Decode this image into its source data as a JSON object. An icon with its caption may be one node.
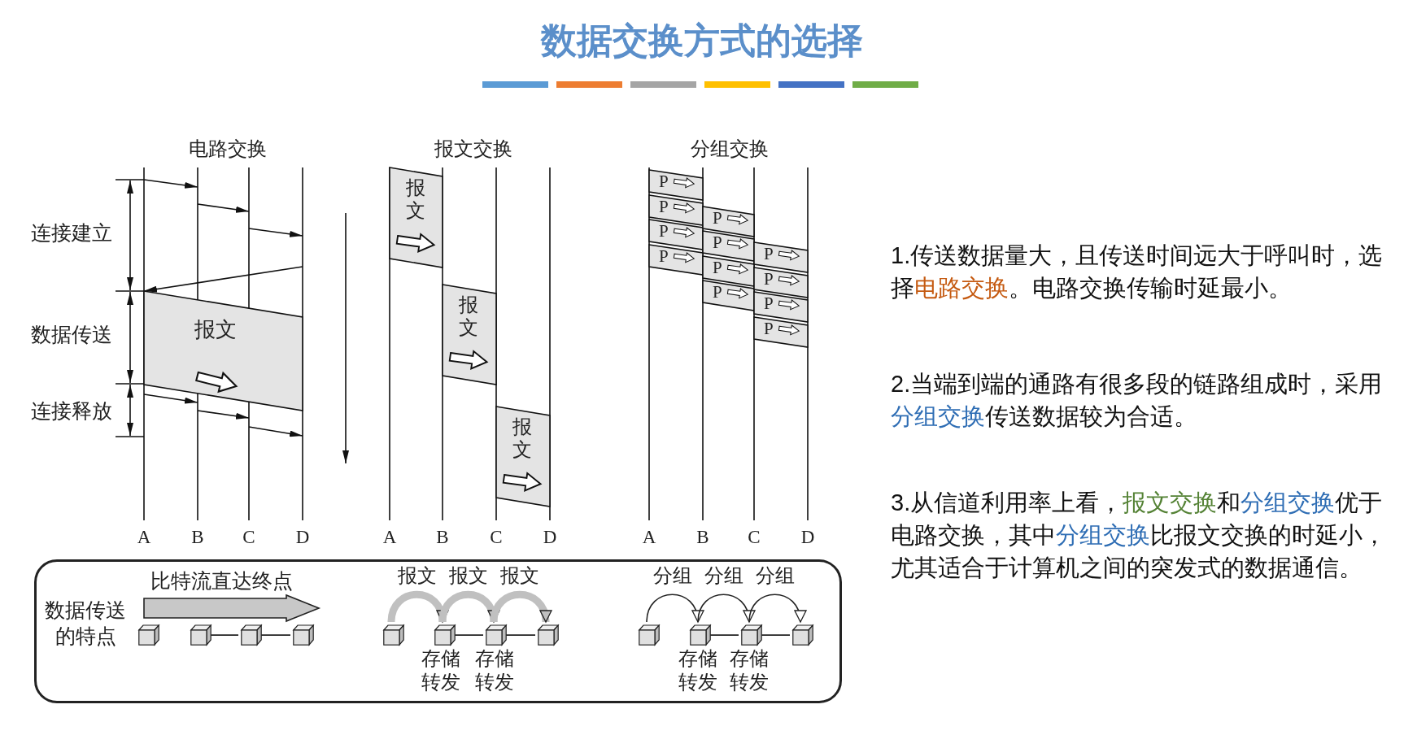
{
  "diagram": {
    "title": "数据交换方式的选择",
    "nodes": [
      {
        "text": [
          "报文"
        ]
      },
      {
        "text": [
          "报文"
        ]
      },
      {
        "text": [
          "报文"
        ]
      },
      {
        "text": [
          "报文"
        ]
      },
      {
        "text": [
          "P"
        ]
      },
      {
        "text": [
          "P"
        ]
      },
      {
        "text": [
          "P"
        ]
      },
      {
        "text": [
          "P"
        ]
      },
      {
        "text": [
          "P"
        ]
      },
      {
        "text": [
          "P"
        ]
      },
      {
        "text": [
          "P"
        ]
      },
      {
        "text": [
          "P"
        ]
      },
      {
        "text": [
          "P"
        ]
      },
      {
        "text": [
          "P"
        ]
      },
      {
        "text": [
          "P"
        ]
      },
      {
        "text": [
          "P"
        ]
      },
      {
        "text": [
          "数据传送的特点"
        ]
      },
      {
        "text": [],
        "shape": "box",
        "in": 16
      },
      {
        "text": [],
        "shape": "box",
        "in": 16
      },
      {
        "text": [],
        "shape": "box",
        "in": 16
      },
      {
        "text": [],
        "shape": "box",
        "in": 16
      },
      {
        "text": [],
        "shape": "box",
        "in": 16
      },
      {
        "text": [],
        "shape": "box",
        "in": 16
      },
      {
        "text": [],
        "shape": "box",
        "in": 16
      },
      {
        "text": [],
        "shape": "box",
        "in": 16
      },
      {
        "text": [],
        "shape": "box",
        "in": 16
      },
      {
        "text": [],
        "shape": "box",
        "in": 16
      },
      {
        "text": [],
        "shape": "box",
        "in": 16
      },
      {
        "text": [],
        "shape": "box",
        "in": 16
      }
    ],
    "edges": [
      {
        "from": 18,
        "to": 19,
        "arrow": "none"
      },
      {
        "from": 19,
        "to": 20,
        "arrow": "none"
      },
      {
        "from": 21,
        "to": 22,
        "arrow": "to",
        "label": "报文",
        "style": "thick",
        "color": "#c0c0c0"
      },
      {
        "from": 22,
        "to": 23,
        "arrow": "to",
        "label": "报文",
        "style": "thick",
        "color": "#c0c0c0"
      },
      {
        "from": 23,
        "to": 24,
        "arrow": "to",
        "label": "报文",
        "style": "thick",
        "color": "#c0c0c0"
      },
      {
        "from": 22,
        "to": 23,
        "arrow": "none"
      },
      {
        "from": 23,
        "to": 24,
        "arrow": "none"
      },
      {
        "from": 25,
        "to": 26,
        "arrow": "to",
        "label": "分组"
      },
      {
        "from": 26,
        "to": 27,
        "arrow": "to",
        "label": "分组"
      },
      {
        "from": 27,
        "to": 28,
        "arrow": "to",
        "label": "分组"
      },
      {
        "from": 26,
        "to": 27,
        "arrow": "none"
      },
      {
        "from": 27,
        "to": 28,
        "arrow": "none"
      },
      {
        "from": 17,
        "to": 20,
        "arrow": "to",
        "style": "thick",
        "color": "#c8c8c8"
      }
    ],
    "labels": [
      "电路交换",
      "报文交换",
      "分组交换",
      "连接建立",
      "数据传送",
      "连接释放",
      "A",
      "B",
      "C",
      "D",
      "A",
      "B",
      "C",
      "D",
      "A",
      "B",
      "C",
      "D",
      "比特流直达终点",
      "存储转发",
      "存储转发",
      "存储转发",
      "存储转发",
      "1.传送数据量大，且传送时间远大于呼叫时，选择**电路交换**。电路交换传输时延最小。",
      "2.当端到端的通路有很多段的链路组成时，采用**分组交换**传送数据较为合适。",
      "3.从信道利用率上看，**报文交换**和**分组交换**优于电路交换，其中**分组交换**比报文交换的时延小，尤其适合于计算机之间的突发式的数据通信。"
    ]
  }
}
